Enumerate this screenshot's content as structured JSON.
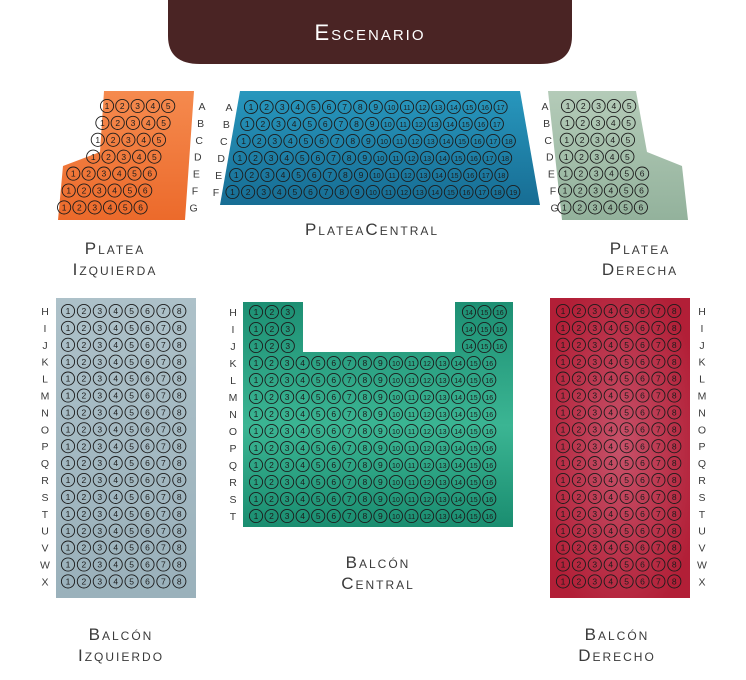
{
  "stage": {
    "label": "Escenario",
    "color": "#4a2424"
  },
  "sections": {
    "platea_izquierda": {
      "label_line1": "Platea",
      "label_line2": "Izquierda",
      "color": "#f26b2a",
      "rows": [
        {
          "row": "A",
          "seats": [
            1,
            2,
            3,
            4,
            5
          ]
        },
        {
          "row": "B",
          "seats": [
            1,
            2,
            3,
            4,
            5
          ]
        },
        {
          "row": "C",
          "seats": [
            1,
            2,
            3,
            4,
            5
          ]
        },
        {
          "row": "D",
          "seats": [
            1,
            2,
            3,
            4,
            5
          ]
        },
        {
          "row": "E",
          "seats": [
            1,
            2,
            3,
            4,
            5,
            6
          ]
        },
        {
          "row": "F",
          "seats": [
            1,
            2,
            3,
            4,
            5,
            6
          ]
        },
        {
          "row": "G",
          "seats": [
            1,
            2,
            3,
            4,
            5,
            6
          ]
        }
      ]
    },
    "platea_central": {
      "label": "PlateaCentral",
      "color": "#1d7fa6",
      "rows": [
        {
          "row": "A",
          "seats": [
            1,
            2,
            3,
            4,
            5,
            6,
            7,
            8,
            9,
            10,
            11,
            12,
            13,
            14,
            15,
            16,
            17
          ]
        },
        {
          "row": "B",
          "seats": [
            1,
            2,
            3,
            4,
            5,
            6,
            7,
            8,
            9,
            10,
            11,
            12,
            13,
            14,
            15,
            16,
            17
          ]
        },
        {
          "row": "C",
          "seats": [
            1,
            2,
            3,
            4,
            5,
            6,
            7,
            8,
            9,
            10,
            11,
            12,
            13,
            14,
            15,
            16,
            17,
            18
          ]
        },
        {
          "row": "D",
          "seats": [
            1,
            2,
            3,
            4,
            5,
            6,
            7,
            8,
            9,
            10,
            11,
            12,
            13,
            14,
            15,
            16,
            17,
            18
          ]
        },
        {
          "row": "E",
          "seats": [
            1,
            2,
            3,
            4,
            5,
            6,
            7,
            8,
            9,
            10,
            11,
            12,
            13,
            14,
            15,
            16,
            17,
            18
          ]
        },
        {
          "row": "F",
          "seats": [
            1,
            2,
            3,
            4,
            5,
            6,
            7,
            8,
            9,
            10,
            11,
            12,
            13,
            14,
            15,
            16,
            17,
            18,
            19
          ]
        }
      ]
    },
    "platea_derecha": {
      "label_line1": "Platea",
      "label_line2": "Derecha",
      "color": "#9fbda7",
      "rows": [
        {
          "row": "A",
          "seats": [
            1,
            2,
            3,
            4,
            5
          ]
        },
        {
          "row": "B",
          "seats": [
            1,
            2,
            3,
            4,
            5
          ]
        },
        {
          "row": "C",
          "seats": [
            1,
            2,
            3,
            4,
            5
          ]
        },
        {
          "row": "D",
          "seats": [
            1,
            2,
            3,
            4,
            5
          ]
        },
        {
          "row": "E",
          "seats": [
            1,
            2,
            3,
            4,
            5,
            6
          ]
        },
        {
          "row": "F",
          "seats": [
            1,
            2,
            3,
            4,
            5,
            6
          ]
        },
        {
          "row": "G",
          "seats": [
            1,
            2,
            3,
            4,
            5,
            6
          ]
        }
      ]
    },
    "balcon_izquierdo": {
      "label_line1": "Balcón",
      "label_line2": "Izquierdo",
      "color": "#a4b9c2",
      "row_labels": [
        "H",
        "I",
        "J",
        "K",
        "L",
        "M",
        "N",
        "O",
        "P",
        "Q",
        "R",
        "S",
        "T",
        "U",
        "V",
        "W",
        "X"
      ],
      "seats_per_row": [
        1,
        2,
        3,
        4,
        5,
        6,
        7,
        8
      ]
    },
    "balcon_central": {
      "label_line1": "Balcón",
      "label_line2": "Central",
      "color": "#1e9b7a",
      "row_labels": [
        "H",
        "I",
        "J",
        "K",
        "L",
        "M",
        "N",
        "O",
        "P",
        "Q",
        "R",
        "S",
        "T"
      ],
      "short_rows": [
        "H",
        "I",
        "J"
      ],
      "short_left_seats": [
        1,
        2,
        3
      ],
      "short_right_seats": [
        14,
        15,
        16
      ],
      "full_seats": [
        1,
        2,
        3,
        4,
        5,
        6,
        7,
        8,
        9,
        10,
        11,
        12,
        13,
        14,
        15,
        16
      ]
    },
    "balcon_derecho": {
      "label_line1": "Balcón",
      "label_line2": "Derecho",
      "color": "#b8283c",
      "row_labels": [
        "H",
        "I",
        "J",
        "K",
        "L",
        "M",
        "N",
        "O",
        "P",
        "Q",
        "R",
        "S",
        "T",
        "U",
        "V",
        "W",
        "X"
      ],
      "seats_per_row": [
        1,
        2,
        3,
        4,
        5,
        6,
        7,
        8
      ]
    }
  }
}
